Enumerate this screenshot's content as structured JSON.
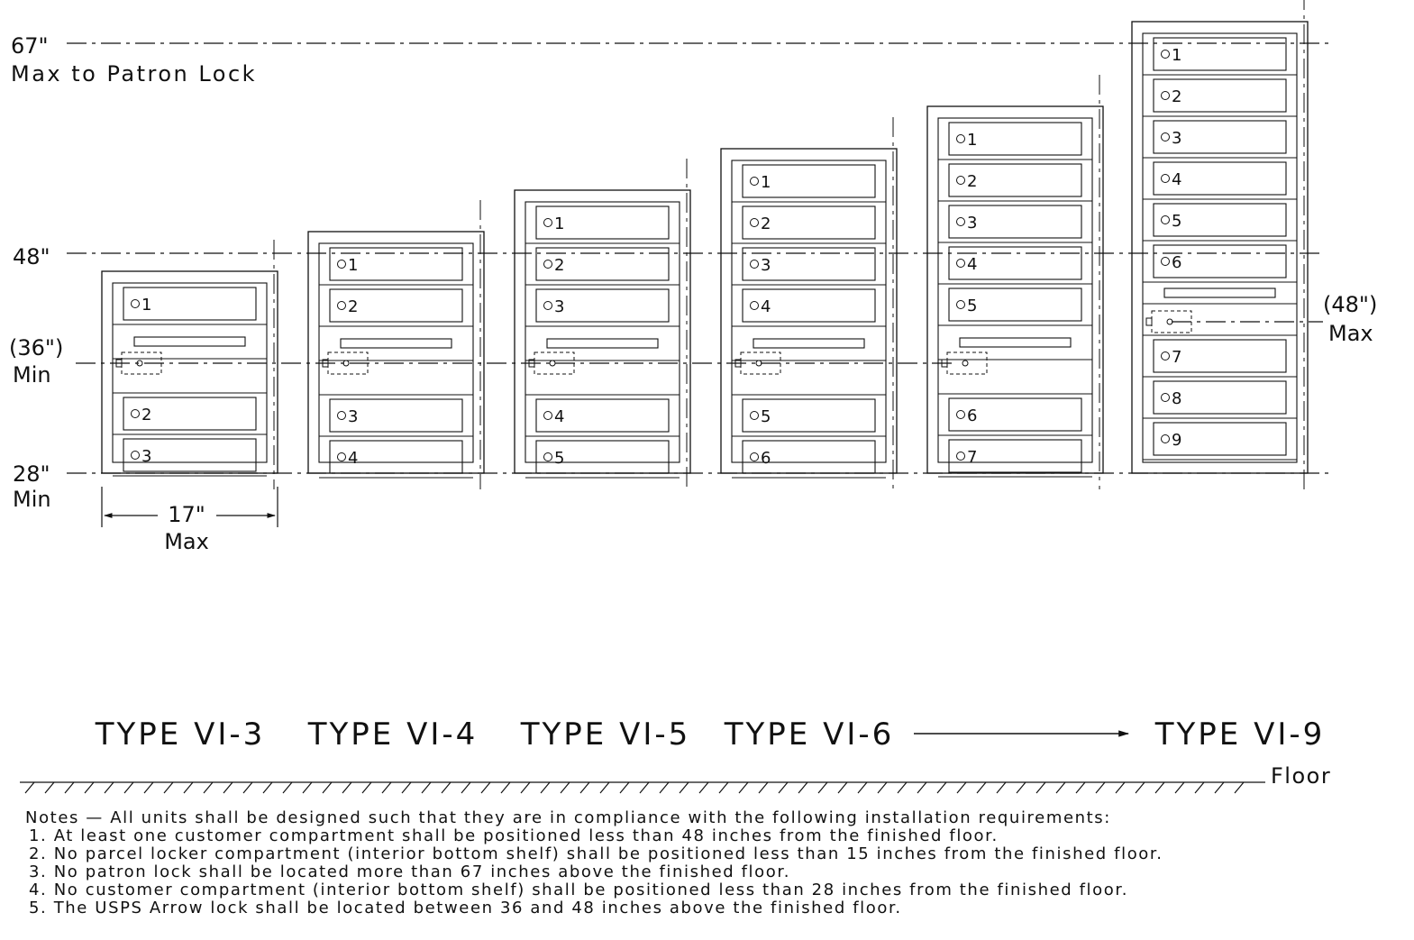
{
  "dimensions": {
    "max_patron_lock": {
      "value": "67\"",
      "label": "Max to Patron Lock"
    },
    "height_48": {
      "value": "48\""
    },
    "arrow_lock_min": {
      "value": "(36\")",
      "label": "Min"
    },
    "compartment_min": {
      "value": "28\"",
      "label": "Min"
    },
    "width_max": {
      "value": "17\"",
      "label": "Max"
    },
    "arrow_lock_max": {
      "value": "(48\")",
      "label": "Max"
    }
  },
  "units": [
    {
      "type_label": "TYPE VI-3",
      "upper_doors": [
        "1"
      ],
      "lower_doors": [
        "2",
        "3"
      ]
    },
    {
      "type_label": "TYPE VI-4",
      "upper_doors": [
        "1",
        "2"
      ],
      "lower_doors": [
        "3",
        "4"
      ]
    },
    {
      "type_label": "TYPE VI-5",
      "upper_doors": [
        "1",
        "2",
        "3"
      ],
      "lower_doors": [
        "4",
        "5"
      ]
    },
    {
      "type_label": "TYPE VI-6",
      "upper_doors": [
        "1",
        "2",
        "3",
        "4"
      ],
      "lower_doors": [
        "5",
        "6"
      ]
    },
    {
      "type_label": "",
      "upper_doors": [
        "1",
        "2",
        "3",
        "4",
        "5"
      ],
      "lower_doors": [
        "6",
        "7"
      ]
    },
    {
      "type_label": "TYPE VI-9",
      "upper_doors": [
        "1",
        "2",
        "3",
        "4",
        "5",
        "6"
      ],
      "lower_doors": [
        "7",
        "8",
        "9"
      ]
    }
  ],
  "floor_label": "Floor",
  "notes": {
    "heading": "Notes — All units shall be designed such that they are in compliance with the following installation requirements:",
    "items": [
      "1. At least one customer compartment shall be positioned less than 48 inches from the finished floor.",
      "2. No parcel locker compartment (interior bottom shelf) shall be positioned less than 15 inches from the finished floor.",
      "3. No patron lock shall be located more than 67 inches above the finished floor.",
      "4. No customer compartment (interior bottom shelf) shall be positioned less than 28 inches from the finished floor.",
      "5. The USPS Arrow lock shall be located between 36 and 48 inches above the finished floor."
    ]
  }
}
